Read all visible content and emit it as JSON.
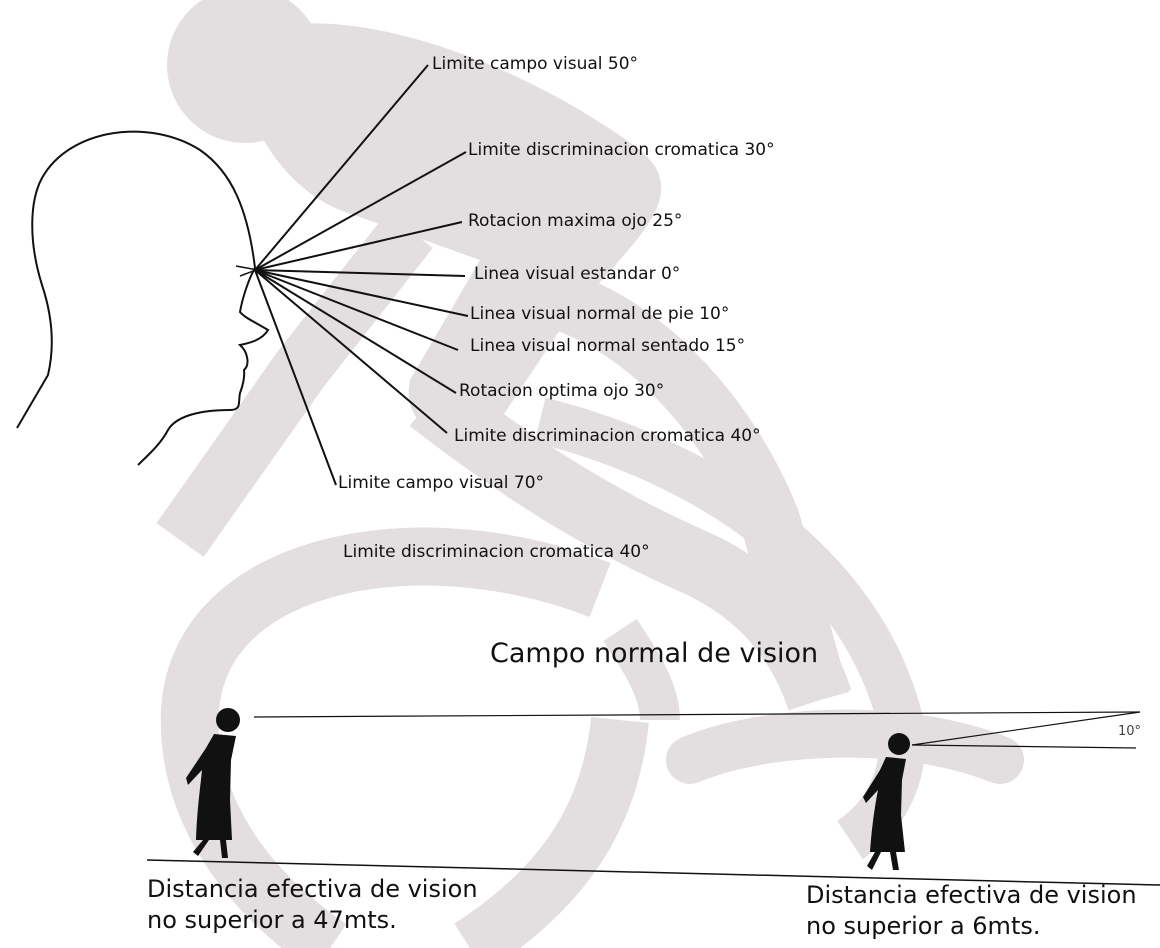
{
  "colors": {
    "background": "#ffffff",
    "watermark": "#e3dfe0",
    "ink": "#111111"
  },
  "watermark": {
    "name": "wheelchair-symbol"
  },
  "angle_labels": [
    {
      "text": "Limite campo visual 50°"
    },
    {
      "text": "Limite discriminacion cromatica 30°"
    },
    {
      "text": "Rotacion maxima ojo 25°"
    },
    {
      "text": "Linea visual estandar 0°"
    },
    {
      "text": "Linea visual normal de pie 10°"
    },
    {
      "text": "Linea visual normal sentado 15°"
    },
    {
      "text": "Rotacion optima ojo 30°"
    },
    {
      "text": "Limite discriminacion cromatica 40°"
    },
    {
      "text": "Limite campo visual 70°"
    },
    {
      "text": "Limite discriminacion cromatica 40°"
    }
  ],
  "section_title": "Campo normal de vision",
  "angle_marker": "10°",
  "captions": {
    "left_line1": "Distancia efectiva de vision",
    "left_line2": "no superior a 47mts.",
    "right_line1": "Distancia efectiva de vision",
    "right_line2": "no superior a 6mts."
  }
}
